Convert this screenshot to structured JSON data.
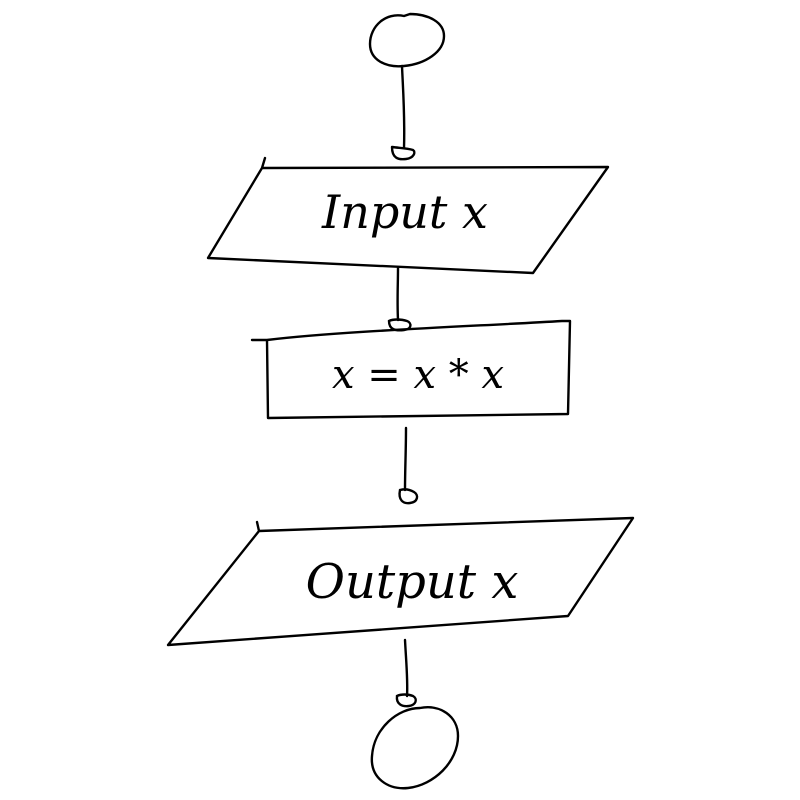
{
  "diagram": {
    "type": "flowchart",
    "nodes": [
      {
        "id": "start",
        "shape": "terminator",
        "label": ""
      },
      {
        "id": "input",
        "shape": "parallelogram",
        "label": "Input x"
      },
      {
        "id": "process",
        "shape": "rectangle",
        "label": "x = x * x"
      },
      {
        "id": "output",
        "shape": "parallelogram",
        "label": "Output x"
      },
      {
        "id": "end",
        "shape": "terminator",
        "label": ""
      }
    ],
    "edges": [
      {
        "from": "start",
        "to": "input"
      },
      {
        "from": "input",
        "to": "process"
      },
      {
        "from": "process",
        "to": "output"
      },
      {
        "from": "output",
        "to": "end"
      }
    ],
    "colors": {
      "ink": "#000000",
      "background": "#ffffff"
    }
  }
}
